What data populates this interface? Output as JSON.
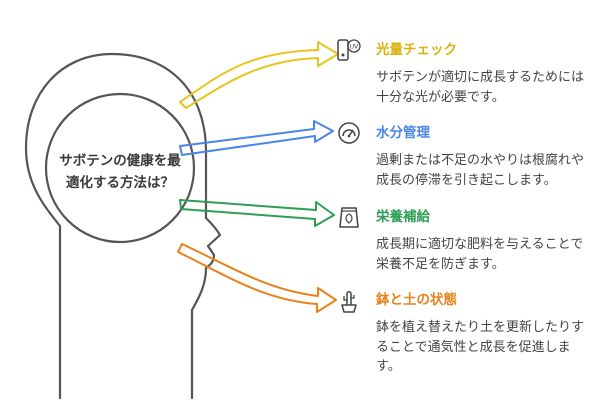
{
  "center": {
    "question": "サボテンの健康を最適化する方法は？"
  },
  "items": [
    {
      "title": "光量チェック",
      "description": "サボテンが適切に成長するためには十分な光が必要です。",
      "color": "#e8c51c",
      "icon": "uv-meter-icon"
    },
    {
      "title": "水分管理",
      "description": "過剰または不足の水やりは根腐れや成長の停滞を引き起こします。",
      "color": "#4a86e8",
      "icon": "gauge-icon"
    },
    {
      "title": "栄養補給",
      "description": "成長期に適切な肥料を与えることで栄養不足を防ぎます。",
      "color": "#2e9e55",
      "icon": "fertilizer-bag-icon"
    },
    {
      "title": "鉢と土の状態",
      "description": "鉢を植え替えたり土を更新したりすることで通気性と成長を促進します。",
      "color": "#e8821c",
      "icon": "cactus-pot-icon"
    }
  ],
  "palette": {
    "outline": "#555555",
    "text": "#3a3a3a"
  }
}
